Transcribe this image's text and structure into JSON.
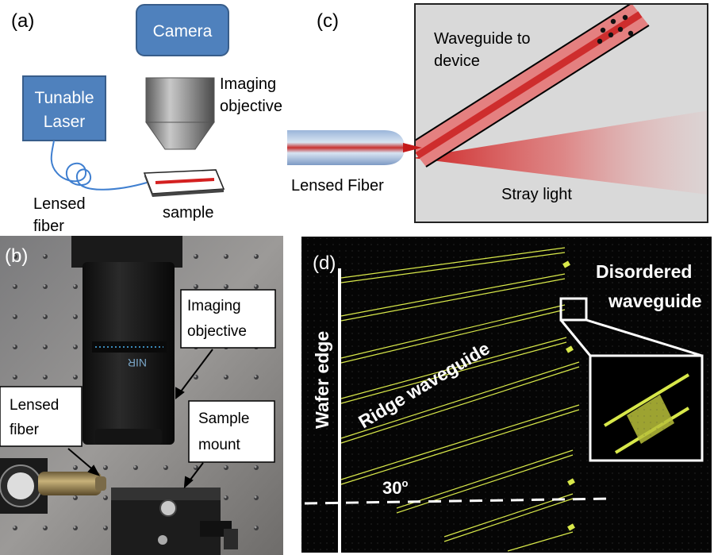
{
  "panel_a": {
    "label": "(a)",
    "camera": "Camera",
    "laser_line1": "Tunable",
    "laser_line2": "Laser",
    "objective_line1": "Imaging",
    "objective_line2": "objective",
    "fiber_line1": "Lensed",
    "fiber_line2": "fiber",
    "sample": "sample"
  },
  "panel_b": {
    "label": "(b)",
    "objective_line1": "Imaging",
    "objective_line2": "objective",
    "fiber_line1": "Lensed",
    "fiber_line2": "fiber",
    "mount_line1": "Sample",
    "mount_line2": "mount",
    "lens_marking": "NIR"
  },
  "panel_c": {
    "label": "(c)",
    "waveguide_line1": "Waveguide to",
    "waveguide_line2": "device",
    "fiber": "Lensed Fiber",
    "stray": "Stray light"
  },
  "panel_d": {
    "label": "(d)",
    "disordered_line1": "Disordered",
    "disordered_line2": "waveguide",
    "wafer_edge": "Wafer edge",
    "ridge": "Ridge waveguide",
    "angle": "30",
    "angle_sup": "o"
  },
  "colors": {
    "box_blue": "#4f81bd",
    "box_blue_dark": "#385d8a",
    "laser_red": "#d42020",
    "waveguide_yellow": "#d8e84a",
    "panel_d_bg": "#050505",
    "panel_c_bg": "#d9d9d9"
  }
}
